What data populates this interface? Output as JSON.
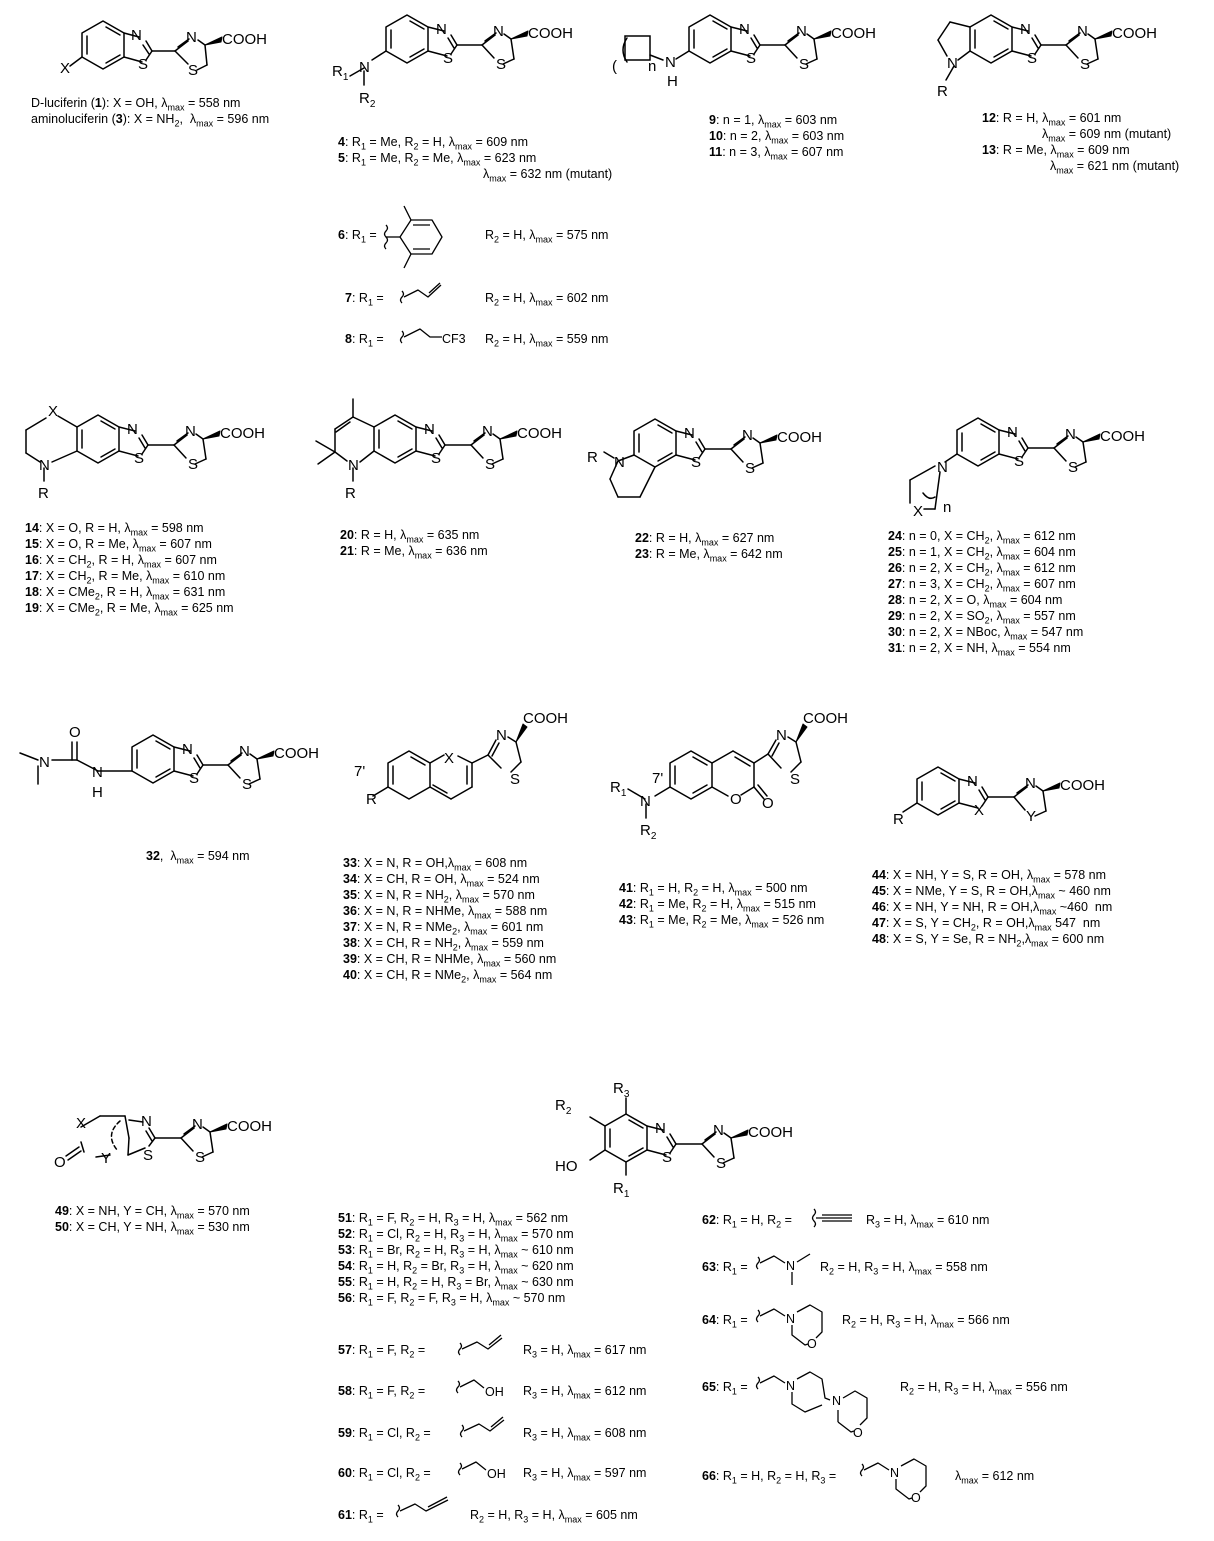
{
  "cooh": "COOH",
  "captions": {
    "c1": [
      [
        "D-luciferin (",
        "1",
        "): X = OH, λ",
        "max",
        " = 558 nm"
      ],
      [
        "aminoluciferin (",
        "3",
        "): X = NH",
        "2",
        ",  λ",
        "max",
        " = 596 nm"
      ]
    ],
    "g1": [
      {
        "id": "4",
        "text": ": R1 = Me, R2 = H, λmax = 609 nm"
      },
      {
        "id": "5",
        "text": ": R1 = Me, R2 = Me, λmax = 623 nm"
      },
      {
        "id": "",
        "text": "λmax = 632 nm (mutant)"
      }
    ],
    "g2": [
      {
        "id": "9",
        "text": ": n = 1, λmax = 603 nm"
      },
      {
        "id": "10",
        "text": ": n = 2, λmax = 603 nm"
      },
      {
        "id": "11",
        "text": ": n = 3, λmax = 607 nm"
      }
    ],
    "g3": [
      {
        "id": "12",
        "text": ": R = H, λmax = 601 nm"
      },
      {
        "id": "",
        "text": "λmax = 609 nm (mutant)"
      },
      {
        "id": "13",
        "text": ": R = Me, λmax = 609 nm"
      },
      {
        "id": "",
        "text": "λmax = 621 nm (mutant)"
      }
    ],
    "g4": [
      {
        "id": "14",
        "text": ": X = O, R = H, λmax = 598 nm"
      },
      {
        "id": "15",
        "text": ": X = O, R = Me, λmax = 607 nm"
      },
      {
        "id": "16",
        "text": ": X = CH2, R = H, λmax = 607 nm"
      },
      {
        "id": "17",
        "text": ": X = CH2, R = Me, λmax = 610 nm"
      },
      {
        "id": "18",
        "text": ": X = CMe2, R = H, λmax = 631 nm"
      },
      {
        "id": "19",
        "text": ": X = CMe2, R = Me, λmax = 625 nm"
      }
    ],
    "g5": [
      {
        "id": "20",
        "text": ": R = H, λmax = 635 nm"
      },
      {
        "id": "21",
        "text": ": R = Me, λmax = 636 nm"
      }
    ],
    "g6": [
      {
        "id": "22",
        "text": ": R = H, λmax = 627 nm"
      },
      {
        "id": "23",
        "text": ": R = Me, λmax = 642 nm"
      }
    ],
    "g7": [
      {
        "id": "24",
        "text": ": n = 0, X = CH2, λmax = 612 nm"
      },
      {
        "id": "25",
        "text": ": n = 1, X = CH2, λmax = 604 nm"
      },
      {
        "id": "26",
        "text": ": n = 2, X = CH2, λmax = 612 nm"
      },
      {
        "id": "27",
        "text": ": n = 3, X = CH2, λmax = 607 nm"
      },
      {
        "id": "28",
        "text": ": n = 2, X = O, λmax = 604 nm"
      },
      {
        "id": "29",
        "text": ": n = 2, X = SO2, λmax = 557 nm"
      },
      {
        "id": "30",
        "text": ": n = 2, X = NBoc, λmax = 547 nm"
      },
      {
        "id": "31",
        "text": ": n = 2, X = NH, λmax = 554 nm"
      }
    ],
    "g8": [
      {
        "id": "32",
        "text": ",  λmax = 594 nm"
      }
    ],
    "g9": [
      {
        "id": "33",
        "text": ": X = N, R = OH,λmax = 608 nm"
      },
      {
        "id": "34",
        "text": ": X = CH, R = OH, λmax = 524 nm"
      },
      {
        "id": "35",
        "text": ": X = N, R = NH2, λmax = 570 nm"
      },
      {
        "id": "36",
        "text": ": X = N, R = NHMe, λmax = 588 nm"
      },
      {
        "id": "37",
        "text": ": X = N, R = NMe2, λmax = 601 nm"
      },
      {
        "id": "38",
        "text": ": X = CH, R = NH2, λmax = 559 nm"
      },
      {
        "id": "39",
        "text": ": X = CH, R = NHMe, λmax = 560 nm"
      },
      {
        "id": "40",
        "text": ": X = CH, R = NMe2, λmax = 564 nm"
      }
    ],
    "g10": [
      {
        "id": "41",
        "text": ": R1 = H, R2 = H, λmax = 500 nm"
      },
      {
        "id": "42",
        "text": ": R1 = Me, R2 = H, λmax = 515 nm"
      },
      {
        "id": "43",
        "text": ": R1 = Me, R2 = Me, λmax = 526 nm"
      }
    ],
    "g11": [
      {
        "id": "44",
        "text": ": X = NH, Y = S, R = OH, λmax = 578 nm"
      },
      {
        "id": "45",
        "text": ": X = NMe, Y = S, R = OH,λmax ~ 460 nm"
      },
      {
        "id": "46",
        "text": ": X = NH, Y = NH, R = OH,λmax ~460  nm"
      },
      {
        "id": "47",
        "text": ": X = S, Y = CH2, R = OH,λmax 547  nm"
      },
      {
        "id": "48",
        "text": ": X = S, Y = Se, R = NH2,λmax = 600 nm"
      }
    ],
    "g12": [
      {
        "id": "49",
        "text": ": X = NH, Y = CH, λmax = 570 nm"
      },
      {
        "id": "50",
        "text": ": X = CH, Y = NH, λmax = 530 nm"
      }
    ],
    "g13": [
      {
        "id": "51",
        "text": ": R1 = F, R2 = H, R3 = H, λmax = 562 nm"
      },
      {
        "id": "52",
        "text": ": R1 = Cl, R2 = H, R3 = H, λmax = 570 nm"
      },
      {
        "id": "53",
        "text": ": R1 = Br, R2 = H, R3 = H, λmax ~ 610 nm"
      },
      {
        "id": "54",
        "text": ": R1 = H, R2 = Br, R3 = H, λmax ~ 620 nm"
      },
      {
        "id": "55",
        "text": ": R1 = H, R2 = H, R3 = Br, λmax ~ 630 nm"
      },
      {
        "id": "56",
        "text": ": R1 = F, R2 = F, R3 = H, λmax ~ 570 nm"
      }
    ]
  },
  "subs": {
    "s6": {
      "id": "6",
      "pre": ": R1 = ",
      "post": "R2 = H, λmax = 575 nm"
    },
    "s7": {
      "id": "7",
      "pre": ": R1 = ",
      "post": "R2 = H, λmax = 602 nm"
    },
    "s8": {
      "id": "8",
      "pre": ": R1 = ",
      "post": "R2 = H, λmax = 559 nm"
    },
    "s57": {
      "id": "57",
      "pre": ": R1 = F, R2 = ",
      "post": "R3 = H, λmax = 617 nm"
    },
    "s58": {
      "id": "58",
      "pre": ": R1 = F, R2 = ",
      "post": "R3 = H, λmax = 612 nm"
    },
    "s59": {
      "id": "59",
      "pre": ": R1 = Cl, R2 = ",
      "post": "R3 = H, λmax = 608 nm"
    },
    "s60": {
      "id": "60",
      "pre": ": R1 = Cl, R2 = ",
      "post": "R3 = H, λmax = 597 nm"
    },
    "s61": {
      "id": "61",
      "pre": ": R1 = ",
      "post": "R2 = H, R3 = H, λmax = 605 nm"
    },
    "s62": {
      "id": "62",
      "pre": ": R1 = H, R2 = ",
      "post": "R3 = H, λmax = 610 nm"
    },
    "s63": {
      "id": "63",
      "pre": ": R1 = ",
      "post": "R2 = H, R3 = H, λmax = 558 nm"
    },
    "s64": {
      "id": "64",
      "pre": ": R1 = ",
      "post": "R2 = H, R3 = H, λmax = 566 nm"
    },
    "s65": {
      "id": "65",
      "pre": ": R1 = ",
      "post": "R2 = H, R3 = H, λmax = 556 nm"
    },
    "s66": {
      "id": "66",
      "pre": ": R1 = H, R2 = H, R3 = ",
      "post": "λmax = 612 nm"
    }
  },
  "frag_labels": {
    "cf3": "CF3",
    "oh": "OH",
    "n": "N",
    "o": "O"
  }
}
